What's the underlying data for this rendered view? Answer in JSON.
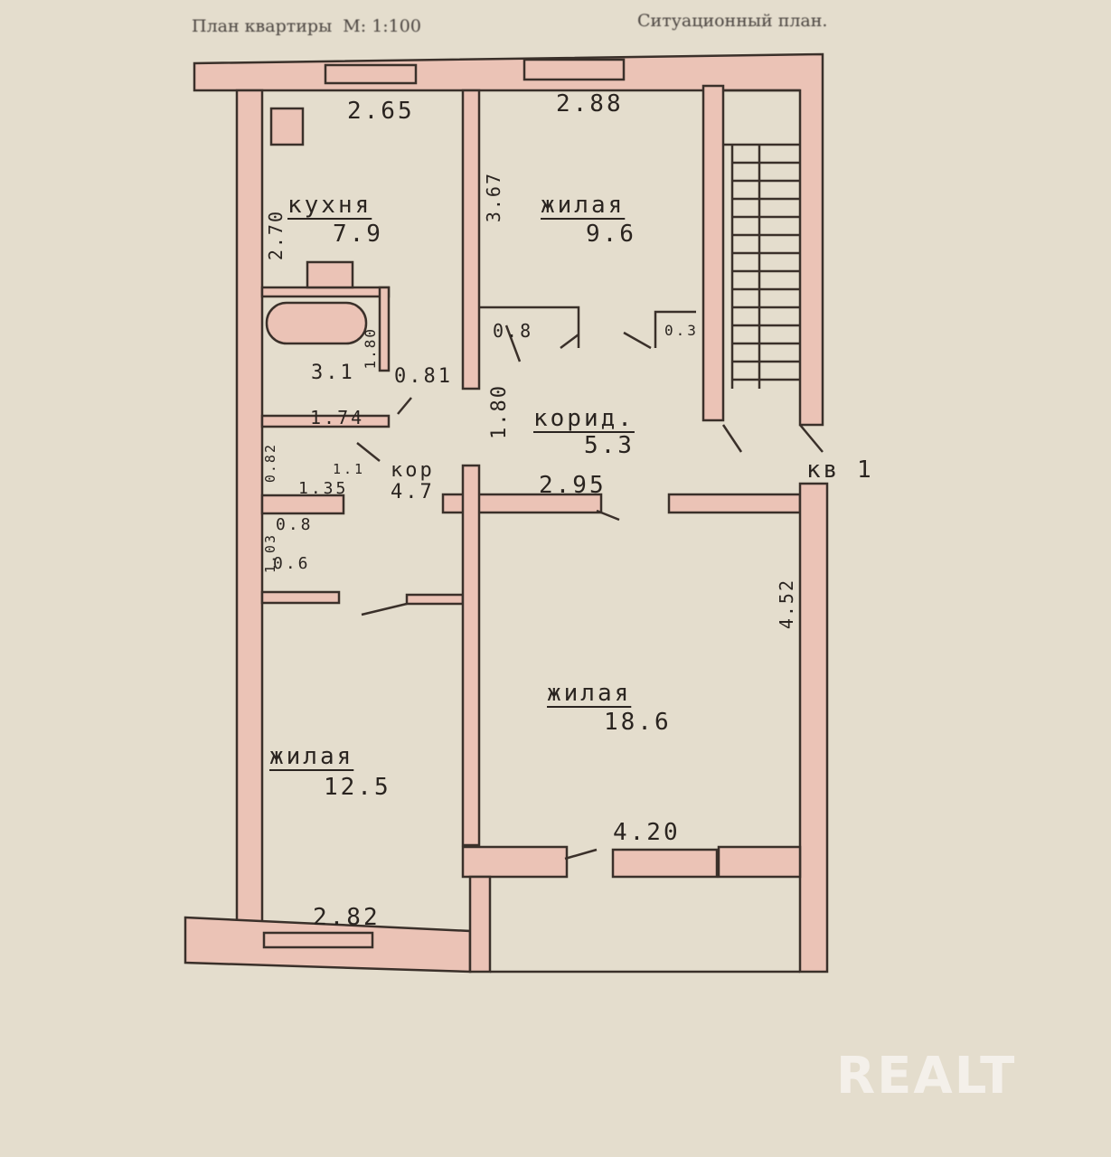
{
  "header": {
    "plan_title": "План квартиры",
    "scale": "М: 1:100",
    "situation_plan": "Ситуационный план."
  },
  "rooms": [
    {
      "name": "кухня",
      "area": "7.9"
    },
    {
      "name": "жилая",
      "area": "9.6"
    },
    {
      "name": "корид.",
      "area": "5.3"
    },
    {
      "name": "кор",
      "area": "4.7"
    },
    {
      "name": "жилая",
      "area": "18.6"
    },
    {
      "name": "жилая",
      "area": "12.5"
    }
  ],
  "dimensions": {
    "d265": "2.65",
    "d288": "2.88",
    "d270": "2.70",
    "d367": "3.67",
    "d08a": "0.8",
    "d03": "0.3",
    "d31": "3.1",
    "d180a": "1.80",
    "d081": "0.81",
    "d174": "1.74",
    "d180b": "1.80",
    "d082": "0.82",
    "d11": "1.1",
    "d135": "1.35",
    "d295": "2.95",
    "d08b": "0.8",
    "d103": "1.03",
    "d06": "0.6",
    "d452": "4.52",
    "d420": "4.20",
    "d282": "2.82"
  },
  "apartment_label": "кв 1",
  "watermark": "REALT"
}
